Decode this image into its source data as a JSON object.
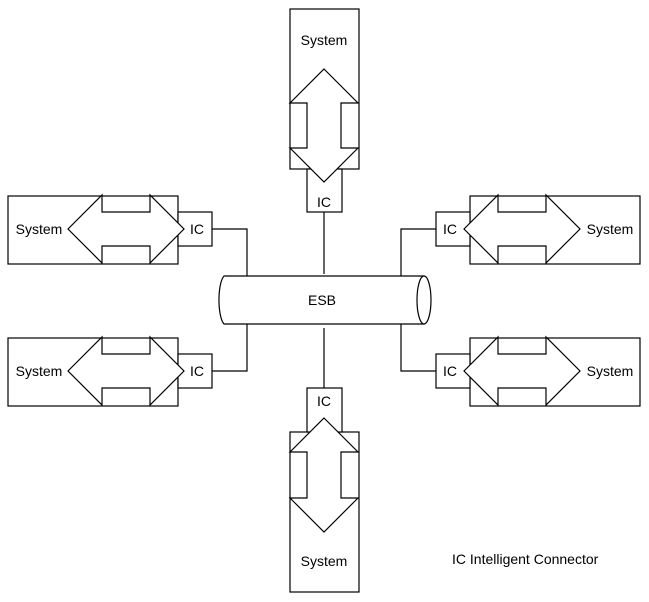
{
  "diagram": {
    "bus_label": "ESB",
    "system_label": "System",
    "connector_label": "IC",
    "legend": "IC Intelligent Connector",
    "stroke_color": "#000000",
    "background": "#ffffff"
  }
}
